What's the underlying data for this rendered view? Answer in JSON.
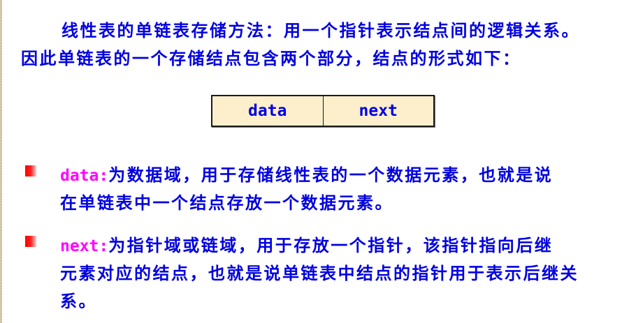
{
  "intro": {
    "line1": "线性表的单链表存储方法：用一个指针表示结点间的逻辑关系。",
    "line2": "因此单链表的一个存储结点包含两个部分，结点的形式如下："
  },
  "node_diagram": {
    "fields": [
      "data",
      "next"
    ],
    "fill_color": "#fdefcc",
    "text_color": "#0000e0"
  },
  "bullets": [
    {
      "keyword": "data:",
      "lines": [
        "为数据域，用于存储线性表的一个数据元素，也就是说",
        "在单链表中一个结点存放一个数据元素。"
      ]
    },
    {
      "keyword": "next:",
      "lines": [
        "为指针域或链域，用于存放一个指针，该指针指向后继",
        "元素对应的结点，也就是说单链表中结点的指针用于表示后继关",
        "系。"
      ]
    }
  ],
  "colors": {
    "body_text": "#0000e0",
    "keyword": "#ff00ff",
    "bullet": "#ff0000"
  }
}
